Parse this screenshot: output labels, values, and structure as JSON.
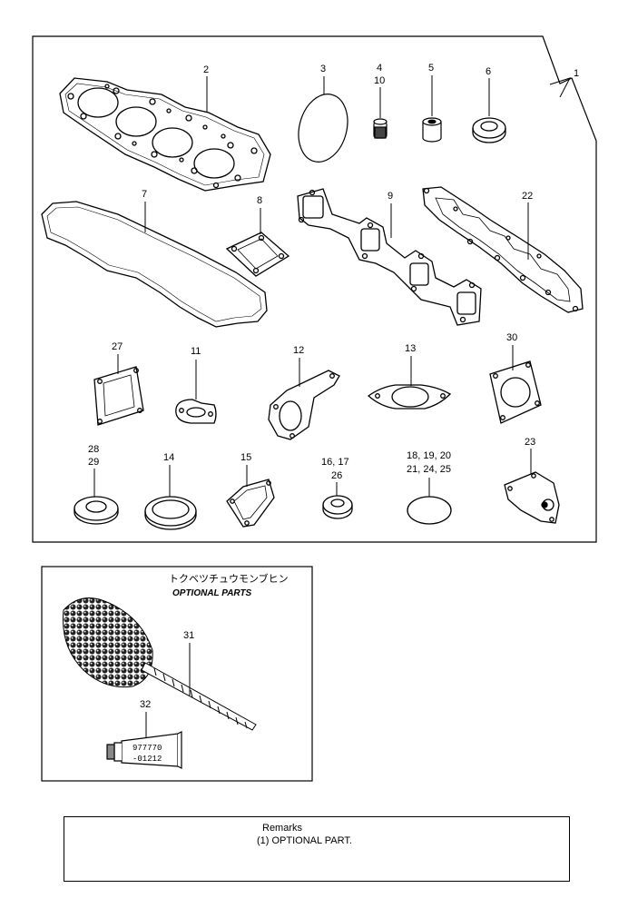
{
  "callouts": {
    "c1": "1",
    "c2": "2",
    "c3": "3",
    "c4a": "4",
    "c4b": "10",
    "c5": "5",
    "c6": "6",
    "c7": "7",
    "c8": "8",
    "c9": "9",
    "c22": "22",
    "c27": "27",
    "c11": "11",
    "c12": "12",
    "c13": "13",
    "c30": "30",
    "c28a": "28",
    "c28b": "29",
    "c14": "14",
    "c15": "15",
    "c16a": "16, 17",
    "c16b": "26",
    "c18a": "18, 19, 20",
    "c18b": "21, 24, 25",
    "c23": "23",
    "c31": "31",
    "c32": "32"
  },
  "optional_box": {
    "title_jp": "トクベツチュウモンブヒン",
    "title_en": "OPTIONAL PARTS",
    "tube_line1": "977770",
    "tube_line2": "-01212"
  },
  "remarks": {
    "title": "Remarks",
    "line1": "(1) OPTIONAL PART."
  }
}
